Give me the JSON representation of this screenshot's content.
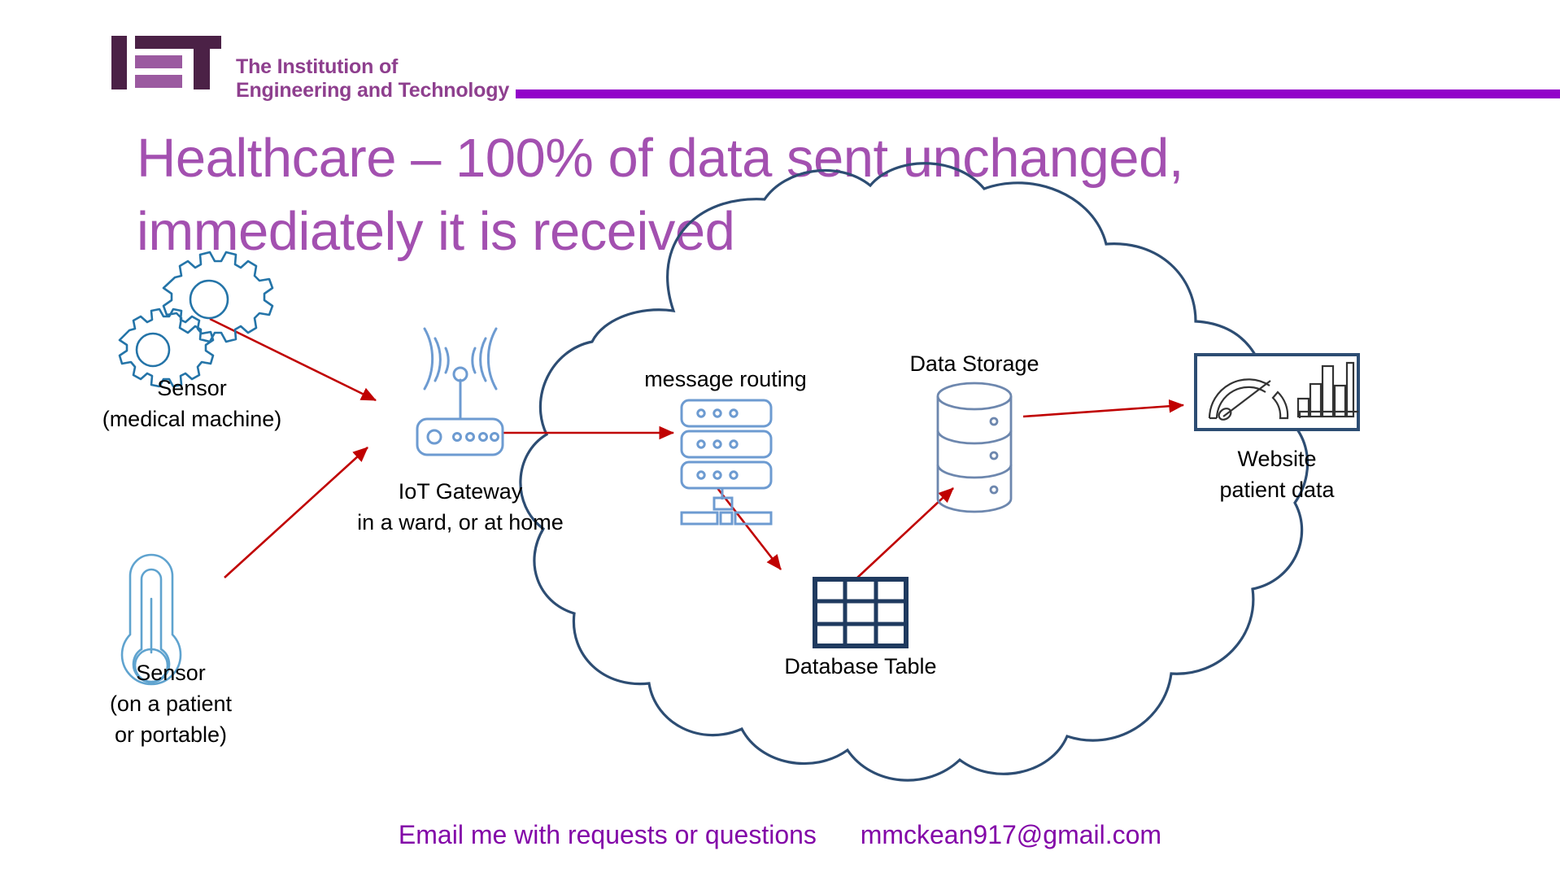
{
  "brand": {
    "logo_mark_text": "IET",
    "logo_line1": "The Institution of",
    "logo_line2": "Engineering and Technology",
    "rule_color": "#9204c9",
    "logo_dark": "#4b2146",
    "logo_mid": "#9b5aa0",
    "logo_text_color": "#8e3f8e"
  },
  "title": {
    "line1": "Healthcare – 100% of data sent unchanged,",
    "line2": "immediately it is received",
    "color": "#a350b0"
  },
  "diagram": {
    "cloud_stroke": "#2d4d73",
    "icon_stroke": "#4a78b5",
    "arrow_color": "#c00000",
    "nodes": [
      {
        "id": "sensor-machine",
        "icon": "gears-icon",
        "label": "Sensor\n(medical machine)"
      },
      {
        "id": "sensor-portable",
        "icon": "thermometer-icon",
        "label": "Sensor\n(on a patient\nor portable)"
      },
      {
        "id": "iot-gateway",
        "icon": "router-wifi-icon",
        "label": "IoT Gateway\nin a ward, or at home"
      },
      {
        "id": "message-routing",
        "icon": "server-rack-icon",
        "label": "message routing"
      },
      {
        "id": "database-table",
        "icon": "table-grid-icon",
        "label": "Database Table"
      },
      {
        "id": "data-storage",
        "icon": "database-cylinder-icon",
        "label": "Data Storage"
      },
      {
        "id": "website",
        "icon": "dashboard-gauge-chart-icon",
        "label": "Website\npatient data"
      }
    ],
    "flows": [
      {
        "from": "sensor-machine",
        "to": "iot-gateway"
      },
      {
        "from": "sensor-portable",
        "to": "iot-gateway"
      },
      {
        "from": "iot-gateway",
        "to": "message-routing"
      },
      {
        "from": "message-routing",
        "to": "database-table"
      },
      {
        "from": "database-table",
        "to": "data-storage"
      },
      {
        "from": "data-storage",
        "to": "website"
      }
    ]
  },
  "footer": {
    "message": "Email me with requests or questions",
    "email": "mmckean917@gmail.com",
    "color": "#8306a8"
  }
}
